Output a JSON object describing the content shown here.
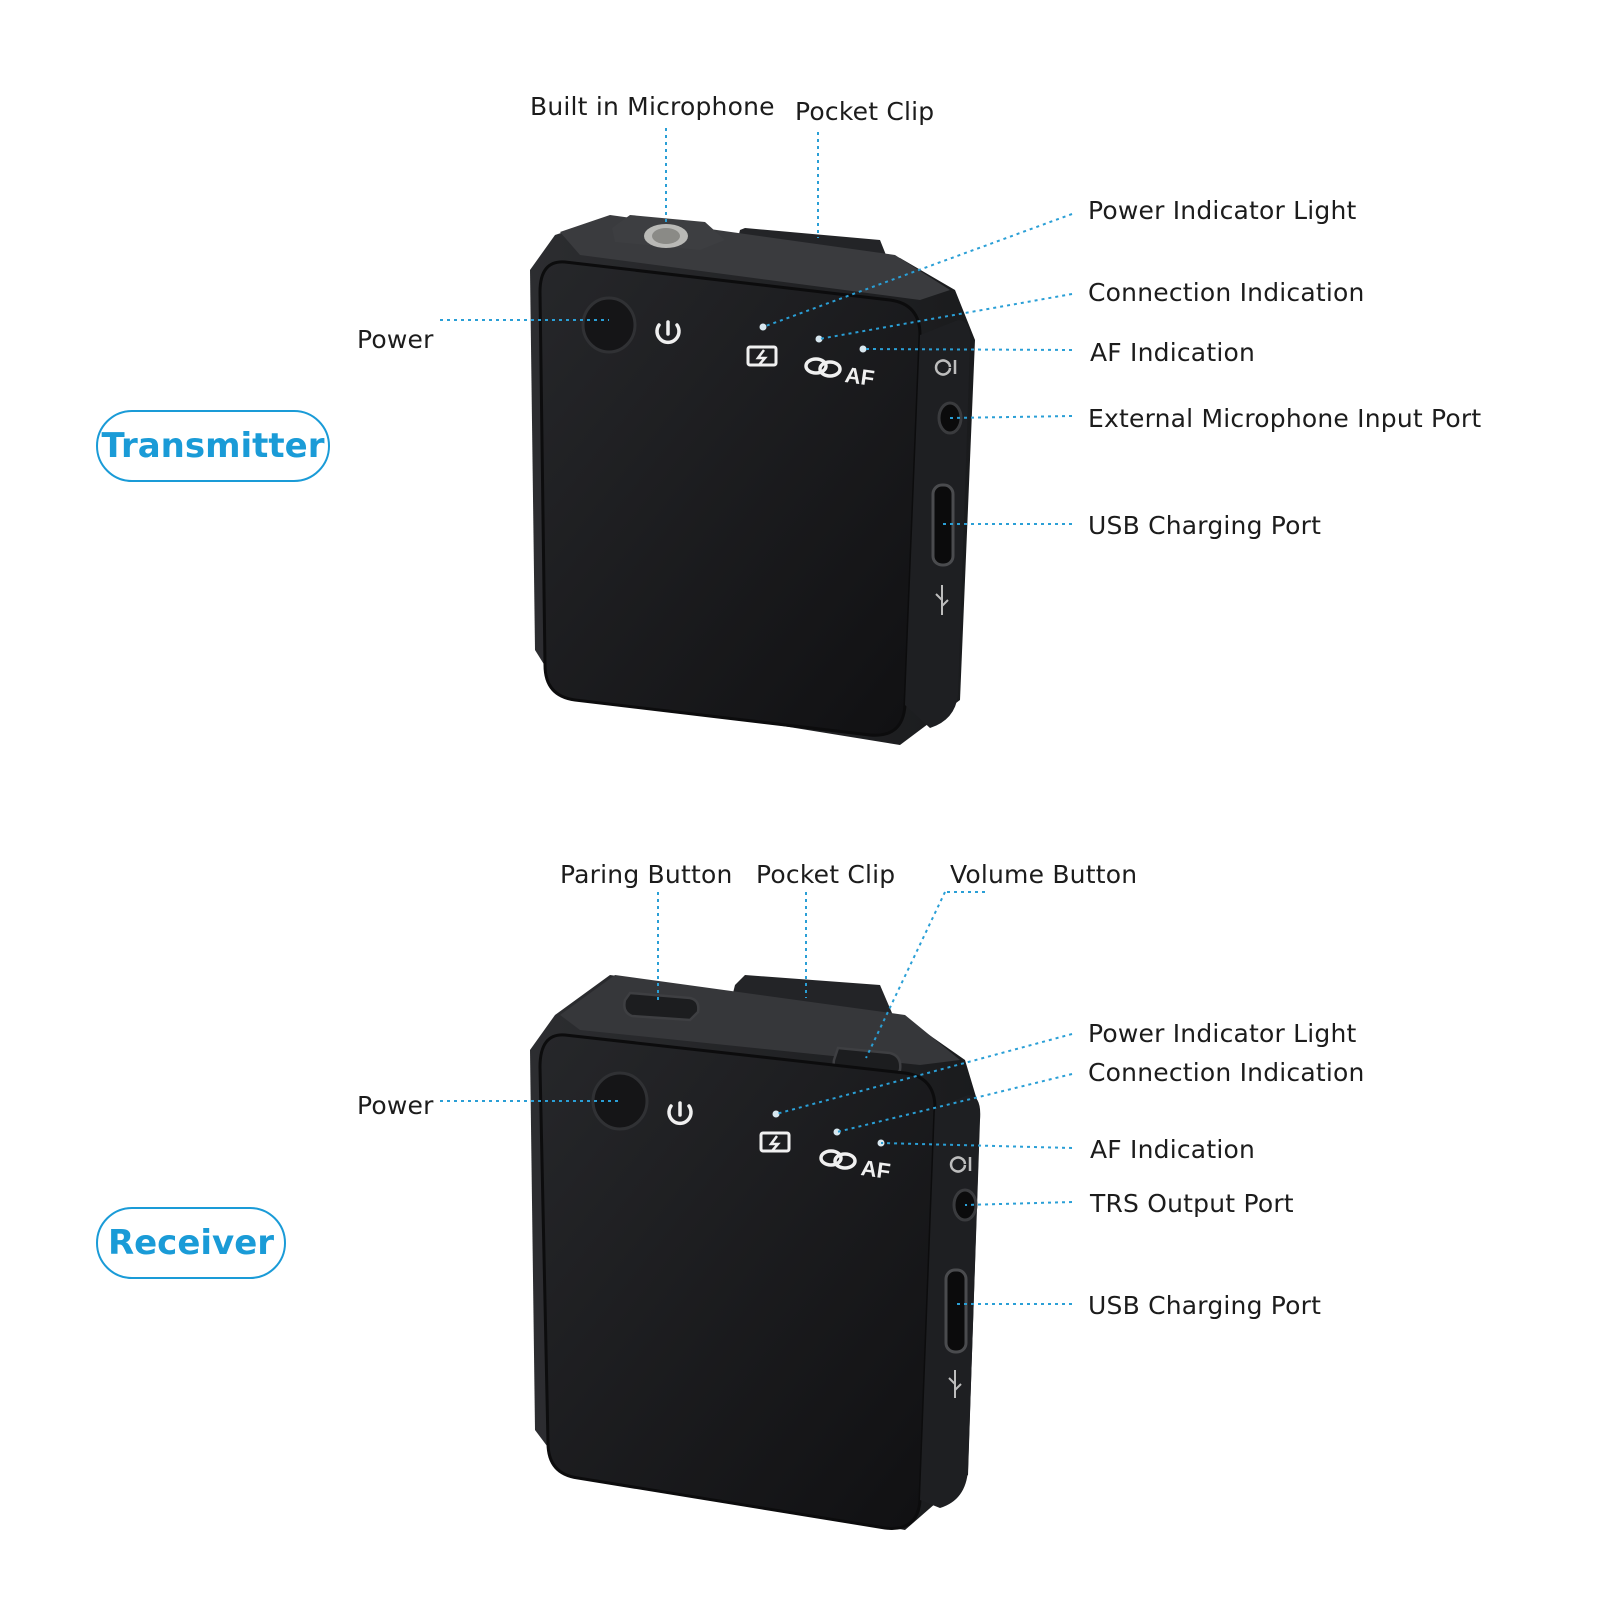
{
  "transmitter": {
    "title": "Transmitter",
    "labels": {
      "built_in_microphone": "Built in Microphone",
      "pocket_clip": "Pocket Clip",
      "power_indicator_light": "Power Indicator Light",
      "connection_indication": "Connection Indication",
      "af_indication": "AF Indication",
      "external_microphone_input_port": "External Microphone Input Port",
      "usb_charging_port": "USB Charging Port",
      "power": "Power"
    },
    "af_text": "AF"
  },
  "receiver": {
    "title": "Receiver",
    "labels": {
      "paring_button": "Paring Button",
      "pocket_clip": "Pocket Clip",
      "volume_button": "Volume Button",
      "power_indicator_light": "Power Indicator Light",
      "connection_indication": "Connection Indication",
      "af_indication": "AF Indication",
      "trs_output_port": "TRS Output Port",
      "usb_charging_port": "USB Charging Port",
      "power": "Power"
    },
    "af_text": "AF"
  },
  "colors": {
    "accent": "#1a9bd7",
    "device_body": "#1b1c1e",
    "leader_line": "#2a9fd6"
  },
  "icons": [
    "power-icon",
    "battery-icon",
    "link-icon",
    "headphone-icon",
    "usb-icon"
  ]
}
